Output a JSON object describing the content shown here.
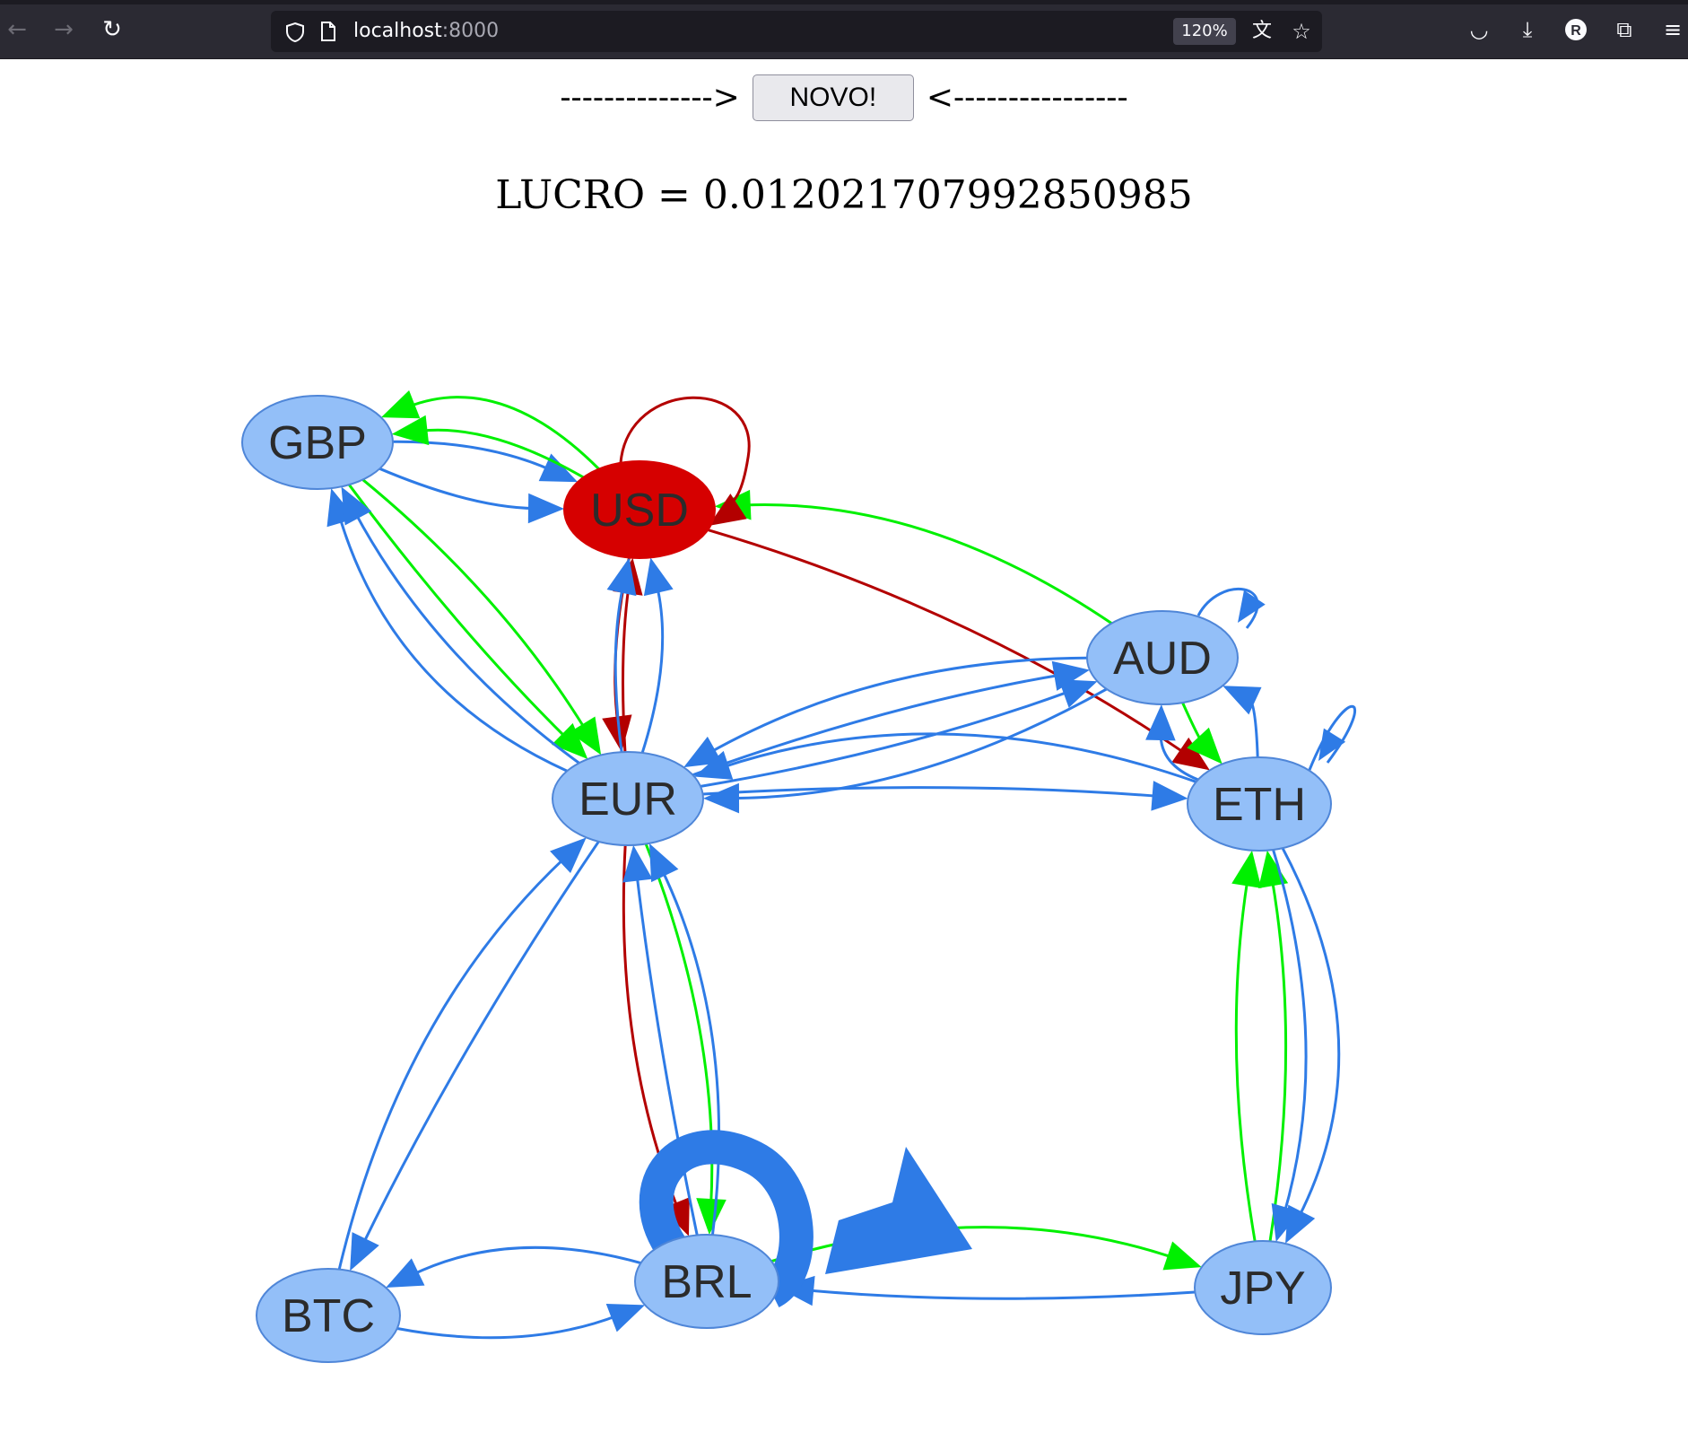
{
  "browser": {
    "url_host": "localhost",
    "url_port": ":8000",
    "zoom": "120%"
  },
  "controls": {
    "left_arrow": "-------------->",
    "button_label": "NOVO!",
    "right_arrow": "<----------------"
  },
  "profit": {
    "text": "LUCRO = 0.012021707992850985"
  },
  "graph": {
    "colors": {
      "node_fill": "#93bff8",
      "node_stroke": "#4f86d8",
      "node_fill_highlight": "#d60000",
      "edge_default": "#2e7be6",
      "edge_arbitrage": "#b30000",
      "edge_alt": "#00f000",
      "label": "#2b2b2b"
    },
    "nodes": [
      {
        "id": "GBP",
        "label": "GBP"
      },
      {
        "id": "USD",
        "label": "USD",
        "highlight": true
      },
      {
        "id": "AUD",
        "label": "AUD"
      },
      {
        "id": "EUR",
        "label": "EUR"
      },
      {
        "id": "ETH",
        "label": "ETH"
      },
      {
        "id": "BTC",
        "label": "BTC"
      },
      {
        "id": "BRL",
        "label": "BRL"
      },
      {
        "id": "JPY",
        "label": "JPY"
      }
    ]
  }
}
